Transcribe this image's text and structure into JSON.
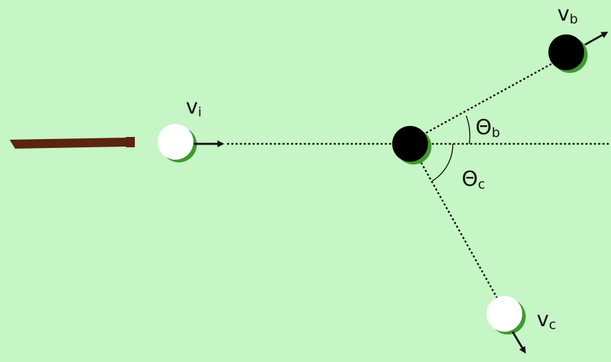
{
  "colors": {
    "background": "#c6f5c6",
    "cue_stick": "#5a2410",
    "cue_ball": "#ffffff",
    "target_ball": "#000000",
    "shadow": "#3e9a2e",
    "line": "#111111"
  },
  "labels": {
    "vi_main": "v",
    "vi_sub": "i",
    "vb_main": "v",
    "vb_sub": "b",
    "vc_main": "v",
    "vc_sub": "c",
    "theta_b_main": "Θ",
    "theta_b_sub": "b",
    "theta_c_main": "Θ",
    "theta_c_sub": "c"
  },
  "icons": {
    "cue_stick": "cue-stick-icon",
    "arrows": "arrow-icon"
  }
}
